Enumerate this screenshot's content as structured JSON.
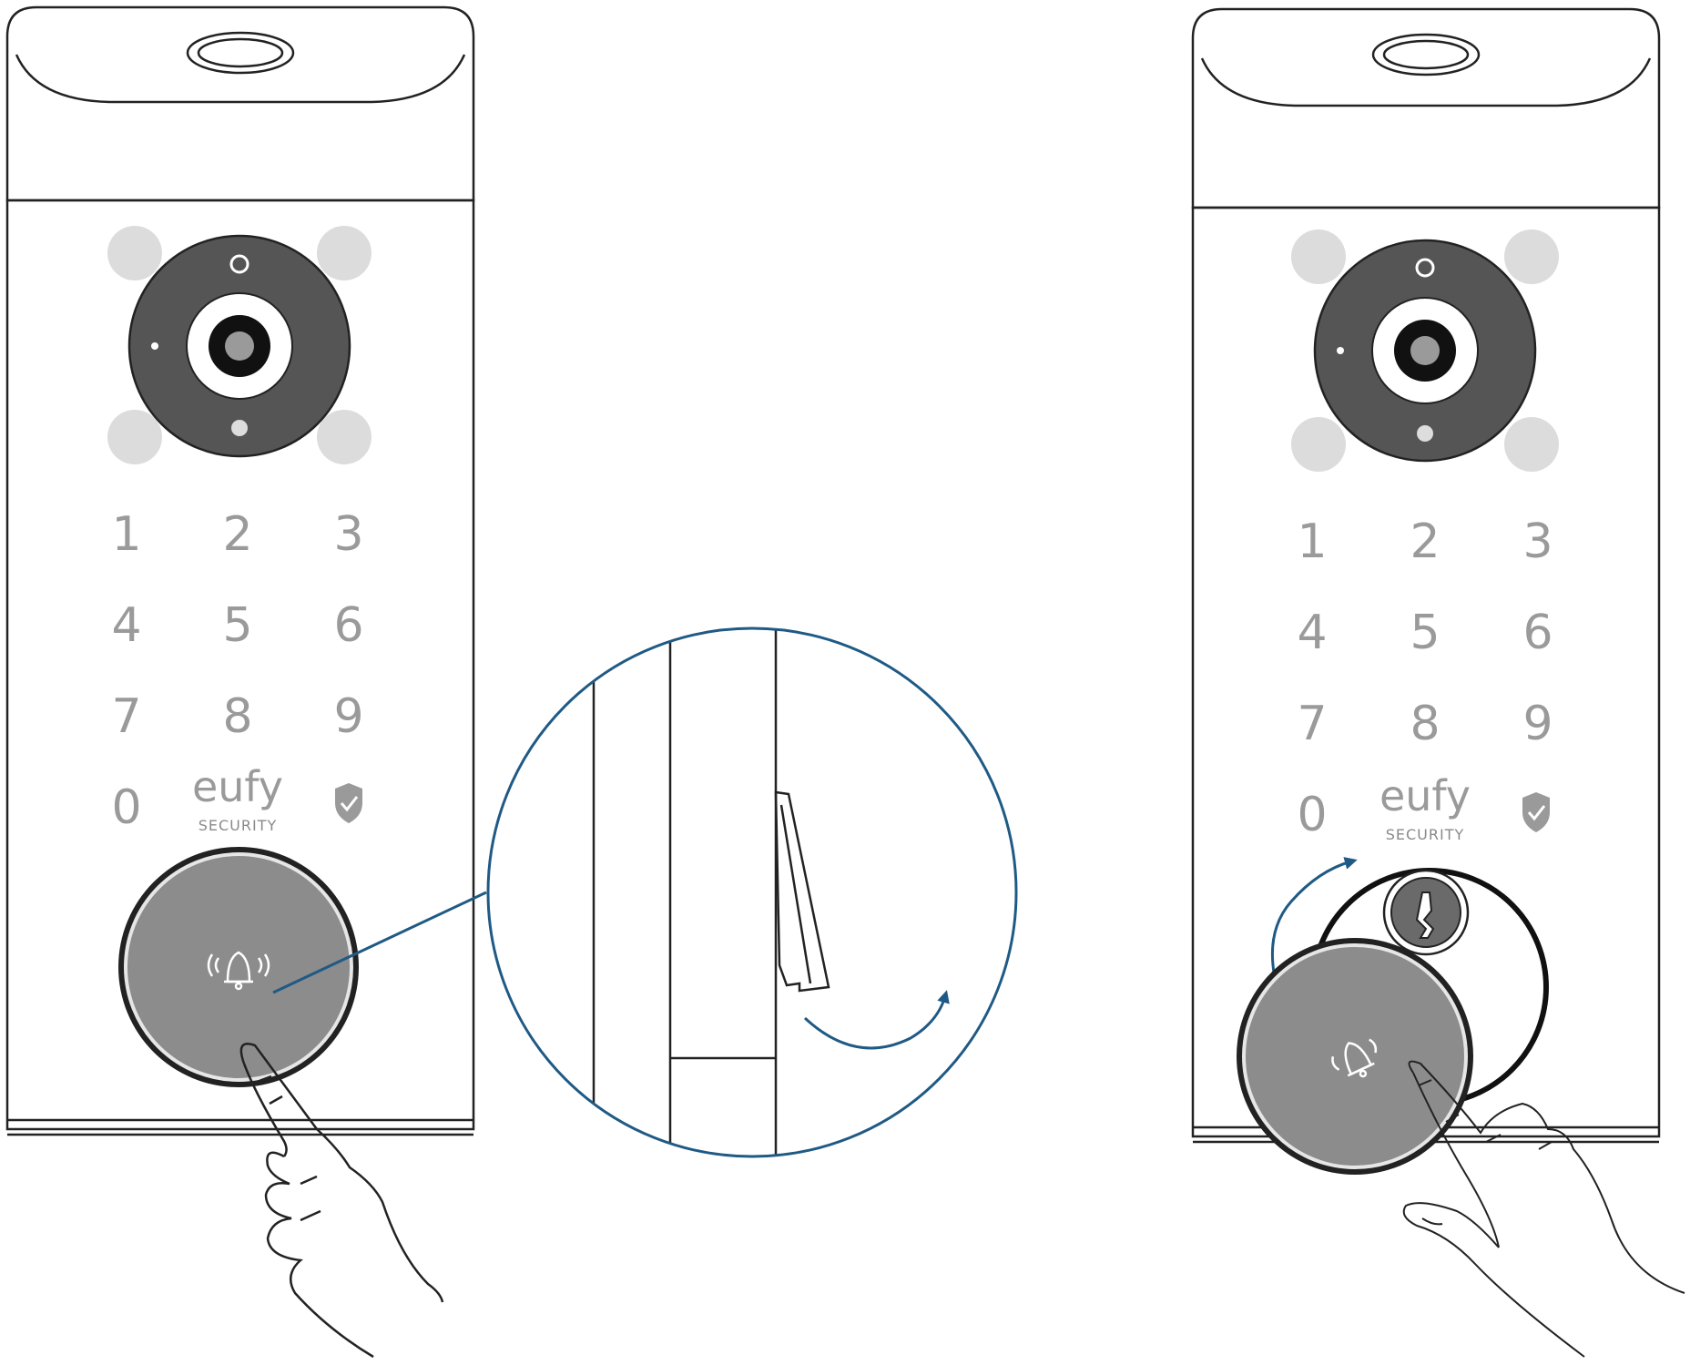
{
  "brand": {
    "logo": "eufy",
    "subline": "SECURITY"
  },
  "keypad": {
    "rows": [
      [
        "1",
        "2",
        "3"
      ],
      [
        "4",
        "5",
        "6"
      ],
      [
        "7",
        "8",
        "9"
      ],
      [
        "0"
      ]
    ]
  },
  "icons": {
    "doorbell": "bell-icon",
    "shield": "shield-check-icon",
    "key": "keyhole-icon"
  },
  "colors": {
    "accent_line": "#1f5a85",
    "camera_ring": "#555555",
    "button_face": "#8c8c8c",
    "sensor_pad": "#dcdcdc"
  }
}
